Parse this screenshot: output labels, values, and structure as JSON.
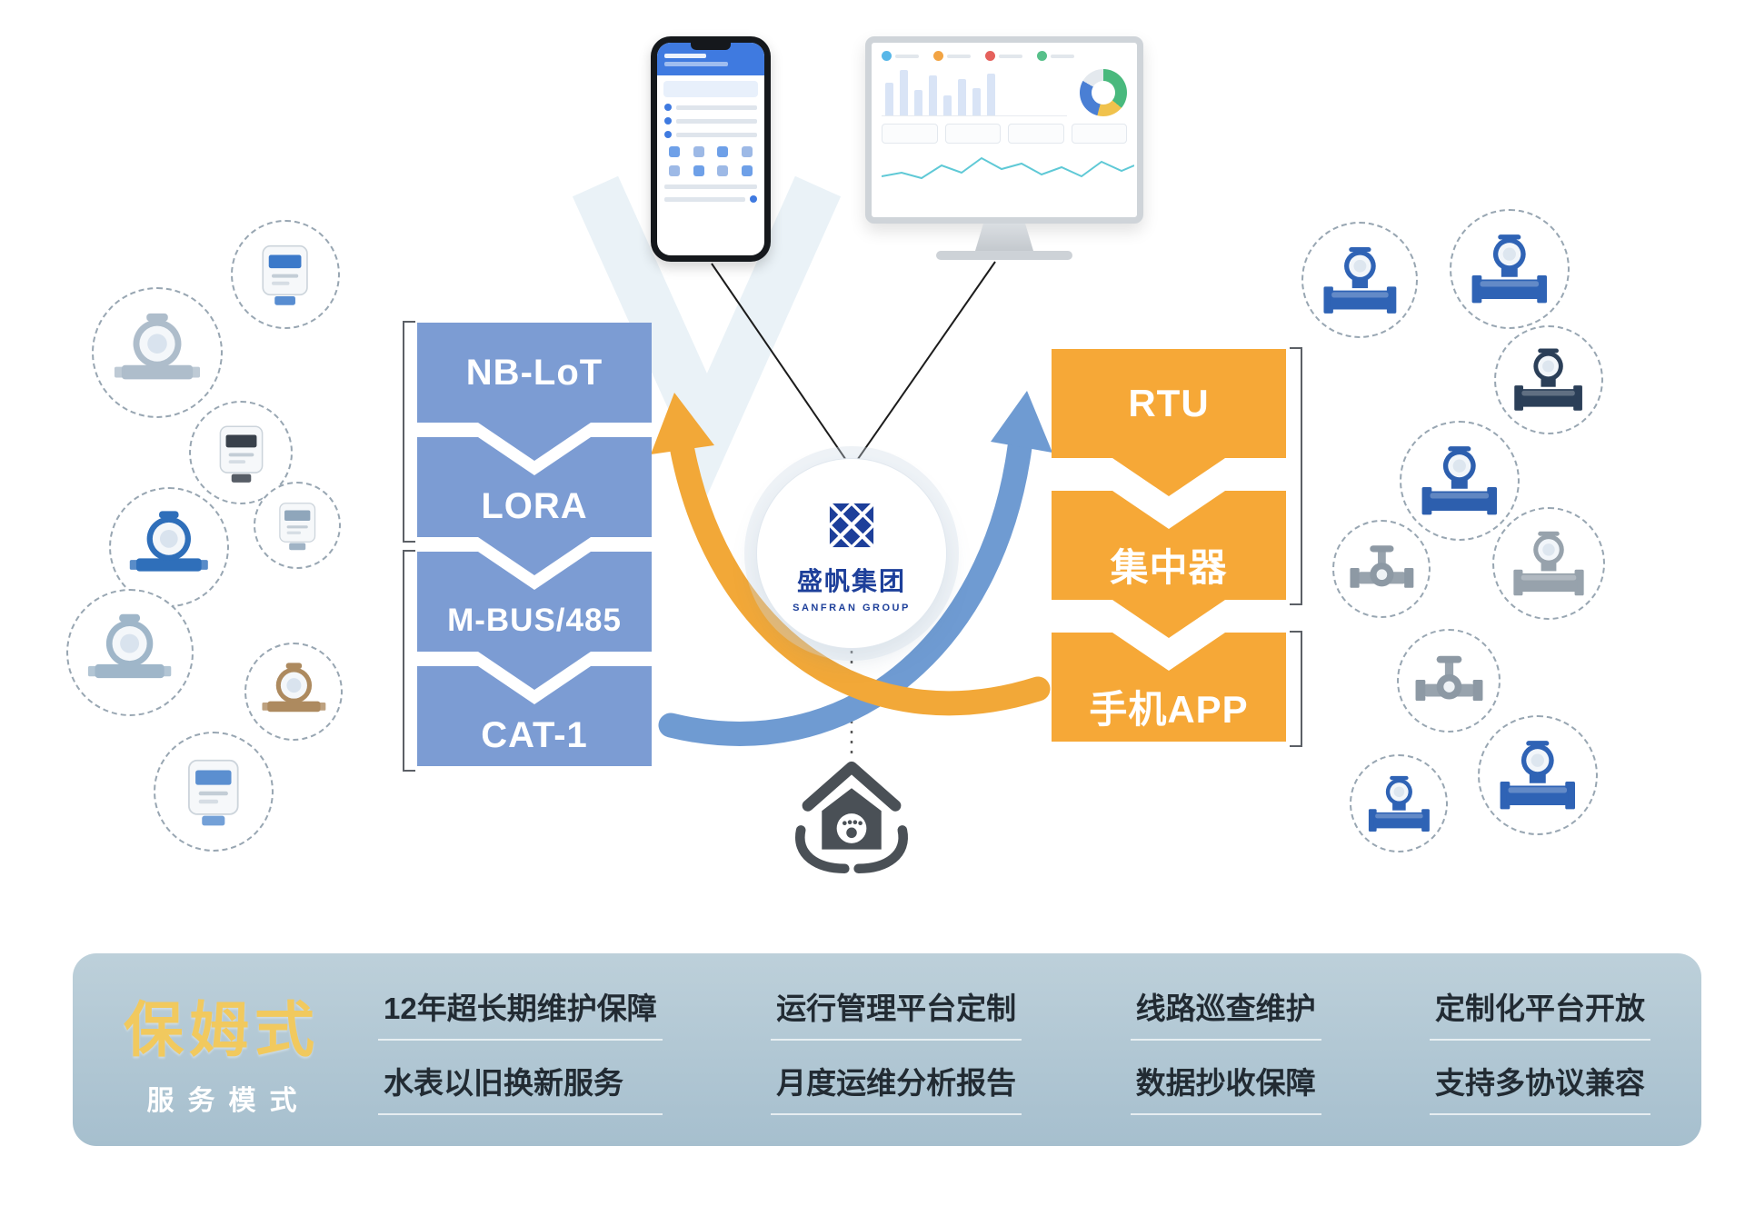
{
  "brand": {
    "name": "盛帆集团",
    "name_en": "SANFRAN GROUP"
  },
  "left_stack": {
    "items": [
      {
        "label": "NB-LoT"
      },
      {
        "label": "LORA"
      },
      {
        "label": "M-BUS/485"
      },
      {
        "label": "CAT-1"
      }
    ]
  },
  "right_stack": {
    "items": [
      {
        "label": "RTU"
      },
      {
        "label": "集中器"
      },
      {
        "label": "手机APP"
      }
    ]
  },
  "service_banner": {
    "title": "保姆式",
    "subtitle": "服务模式",
    "columns": [
      {
        "top": "12年超长期维护保障",
        "bottom": "水表以旧换新服务"
      },
      {
        "top": "运行管理平台定制",
        "bottom": "月度运维分析报告"
      },
      {
        "top": "线路巡查维护",
        "bottom": "数据抄收保障"
      },
      {
        "top": "定制化平台开放",
        "bottom": "支持多协议兼容"
      }
    ]
  },
  "colors": {
    "stack_blue": "#7c9cd3",
    "stack_orange": "#f6a837",
    "arrow_blue": "#6f9bd2",
    "arrow_orange": "#f2a838",
    "banner_bg": "#b0c7d4",
    "banner_title": "#f1c95e",
    "logo_blue": "#1d3f9a"
  },
  "icons": {
    "center": "sanfran-logo-icon",
    "bottom": "home-service-icon",
    "top_left": "mobile-app-mockup",
    "top_right": "dashboard-monitor-mockup",
    "left_cluster": "residential-water-meter-photos",
    "right_cluster": "industrial-water-meter-photos"
  }
}
